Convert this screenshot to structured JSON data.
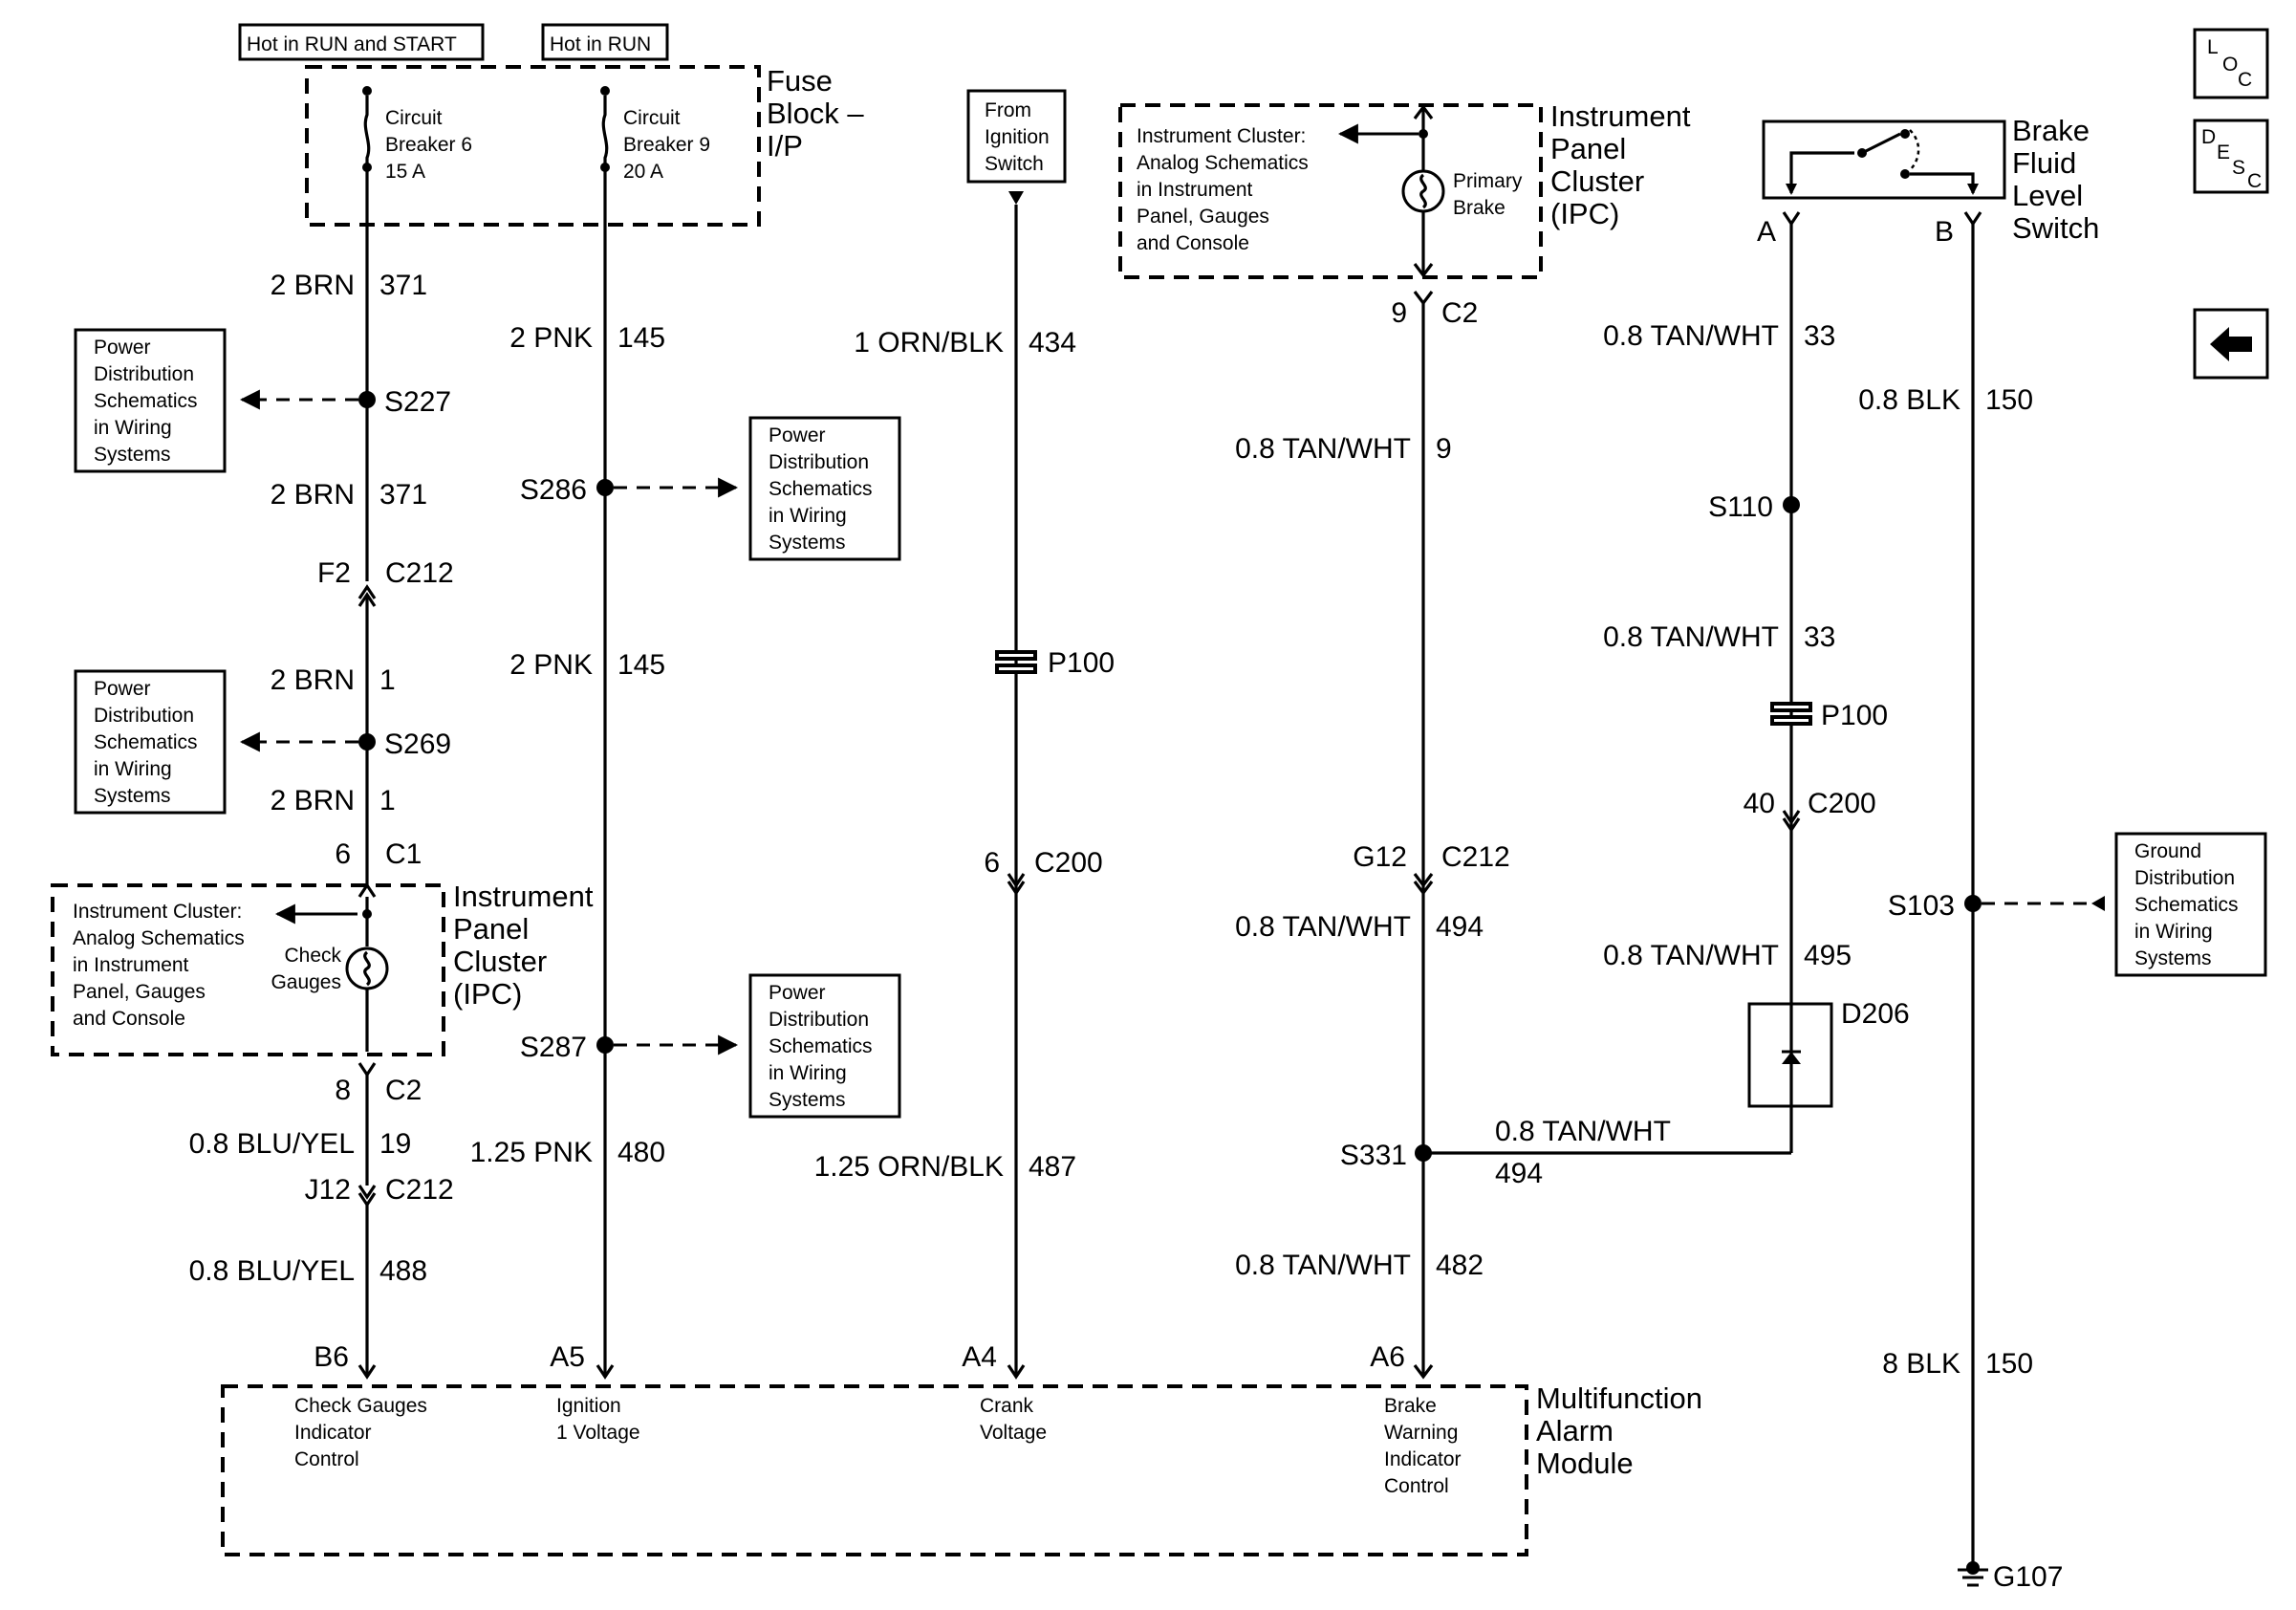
{
  "hot_labels": {
    "run_start": "Hot in RUN and START",
    "run": "Hot in RUN"
  },
  "fuse_block": {
    "title_lines": [
      "Fuse",
      "Block –",
      "I/P"
    ],
    "cb6": [
      "Circuit",
      "Breaker 6",
      "15 A"
    ],
    "cb9": [
      "Circuit",
      "Breaker 9",
      "20 A"
    ]
  },
  "ignition_box": [
    "From",
    "Ignition",
    "Switch"
  ],
  "power_dist": [
    "Power",
    "Distribution",
    "Schematics",
    "in Wiring",
    "Systems"
  ],
  "ground_dist": [
    "Ground",
    "Distribution",
    "Schematics",
    "in Wiring",
    "Systems"
  ],
  "ipc_left": {
    "title_lines": [
      "Instrument",
      "Panel",
      "Cluster",
      "(IPC)"
    ],
    "note_lines": [
      "Instrument Cluster:",
      "Analog Schematics",
      "in Instrument",
      "Panel, Gauges",
      "and Console"
    ],
    "lamp": [
      "Check",
      "Gauges"
    ]
  },
  "ipc_top": {
    "title_lines": [
      "Instrument",
      "Panel",
      "Cluster",
      "(IPC)"
    ],
    "note_lines": [
      "Instrument Cluster:",
      "Analog Schematics",
      "in Instrument",
      "Panel, Gauges",
      "and Console"
    ],
    "lamp": [
      "Primary",
      "Brake"
    ]
  },
  "brake_switch": {
    "title_lines": [
      "Brake",
      "Fluid",
      "Level",
      "Switch"
    ],
    "pin_a": "A",
    "pin_b": "B"
  },
  "module": {
    "title_lines": [
      "Multifunction",
      "Alarm",
      "Module"
    ],
    "pins": [
      {
        "pin": "B6",
        "lines": [
          "Check Gauges",
          "Indicator",
          "Control"
        ]
      },
      {
        "pin": "A5",
        "lines": [
          "Ignition",
          "1 Voltage"
        ]
      },
      {
        "pin": "A4",
        "lines": [
          "Crank",
          "Voltage"
        ]
      },
      {
        "pin": "A6",
        "lines": [
          "Brake",
          "Warning",
          "Indicator",
          "Control"
        ]
      }
    ]
  },
  "col1": {
    "w1": [
      "2 BRN",
      "371"
    ],
    "s227": "S227",
    "w2": [
      "2 BRN",
      "371"
    ],
    "conn1": [
      "F2",
      "C212"
    ],
    "w3": [
      "2 BRN",
      "1"
    ],
    "s269": "S269",
    "w4": [
      "2 BRN",
      "1"
    ],
    "conn2": [
      "6",
      "C1"
    ],
    "conn3": [
      "8",
      "C2"
    ],
    "w5": [
      "0.8 BLU/YEL",
      "19"
    ],
    "conn4": [
      "J12",
      "C212"
    ],
    "w6": [
      "0.8 BLU/YEL",
      "488"
    ]
  },
  "col2": {
    "w1": [
      "2 PNK",
      "145"
    ],
    "s286": "S286",
    "w2": [
      "2 PNK",
      "145"
    ],
    "s287": "S287",
    "w3": [
      "1.25 PNK",
      "480"
    ]
  },
  "col3": {
    "w1": [
      "1 ORN/BLK",
      "434"
    ],
    "p100": "P100",
    "conn": [
      "6",
      "C200"
    ],
    "w2": [
      "1.25 ORN/BLK",
      "487"
    ]
  },
  "col4": {
    "conn1": [
      "9",
      "C2"
    ],
    "w1": [
      "0.8 TAN/WHT",
      "9"
    ],
    "conn2": [
      "G12",
      "C212"
    ],
    "w2": [
      "0.8 TAN/WHT",
      "494"
    ],
    "s331": "S331",
    "w3": [
      "0.8 TAN/WHT",
      "494"
    ],
    "w4": [
      "0.8 TAN/WHT",
      "482"
    ]
  },
  "col5": {
    "w1": [
      "0.8 TAN/WHT",
      "33"
    ],
    "s110": "S110",
    "w2": [
      "0.8 TAN/WHT",
      "33"
    ],
    "p100": "P100",
    "conn": [
      "40",
      "C200"
    ],
    "w3": [
      "0.8 TAN/WHT",
      "495"
    ],
    "d206": "D206"
  },
  "col6": {
    "w1": [
      "0.8 BLK",
      "150"
    ],
    "s103": "S103",
    "w2": [
      "8 BLK",
      "150"
    ],
    "g107": "G107"
  },
  "icons": {
    "loc": [
      "L",
      "O",
      "C"
    ],
    "desc": [
      "D",
      "E",
      "S",
      "C"
    ]
  }
}
